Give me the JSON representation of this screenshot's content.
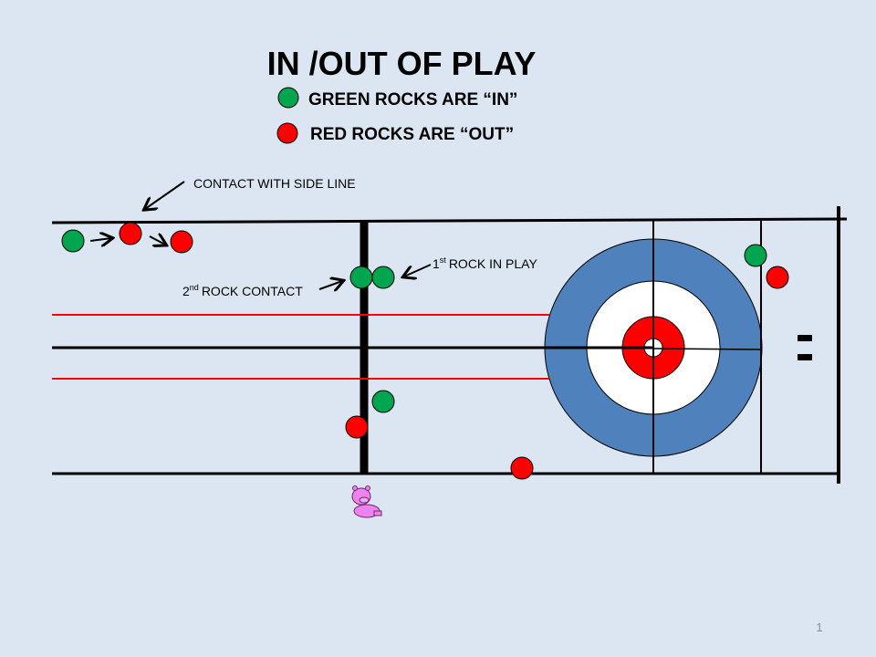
{
  "title": "IN /OUT OF PLAY",
  "legend": {
    "green": "GREEN ROCKS ARE “IN”",
    "red": "RED ROCKS ARE “OUT”"
  },
  "annotations": {
    "side_line": "CONTACT WITH SIDE LINE",
    "first_rock": "ROCK IN PLAY",
    "first_num": "1",
    "first_sup": "st",
    "second_rock": "ROCK CONTACT",
    "second_num": "2",
    "second_sup": "nd"
  },
  "page_number": "1",
  "colors": {
    "background": "#dce6f2",
    "green_rock": "#00a550",
    "red_rock": "#ff0000",
    "house_blue": "#4f81bd"
  }
}
